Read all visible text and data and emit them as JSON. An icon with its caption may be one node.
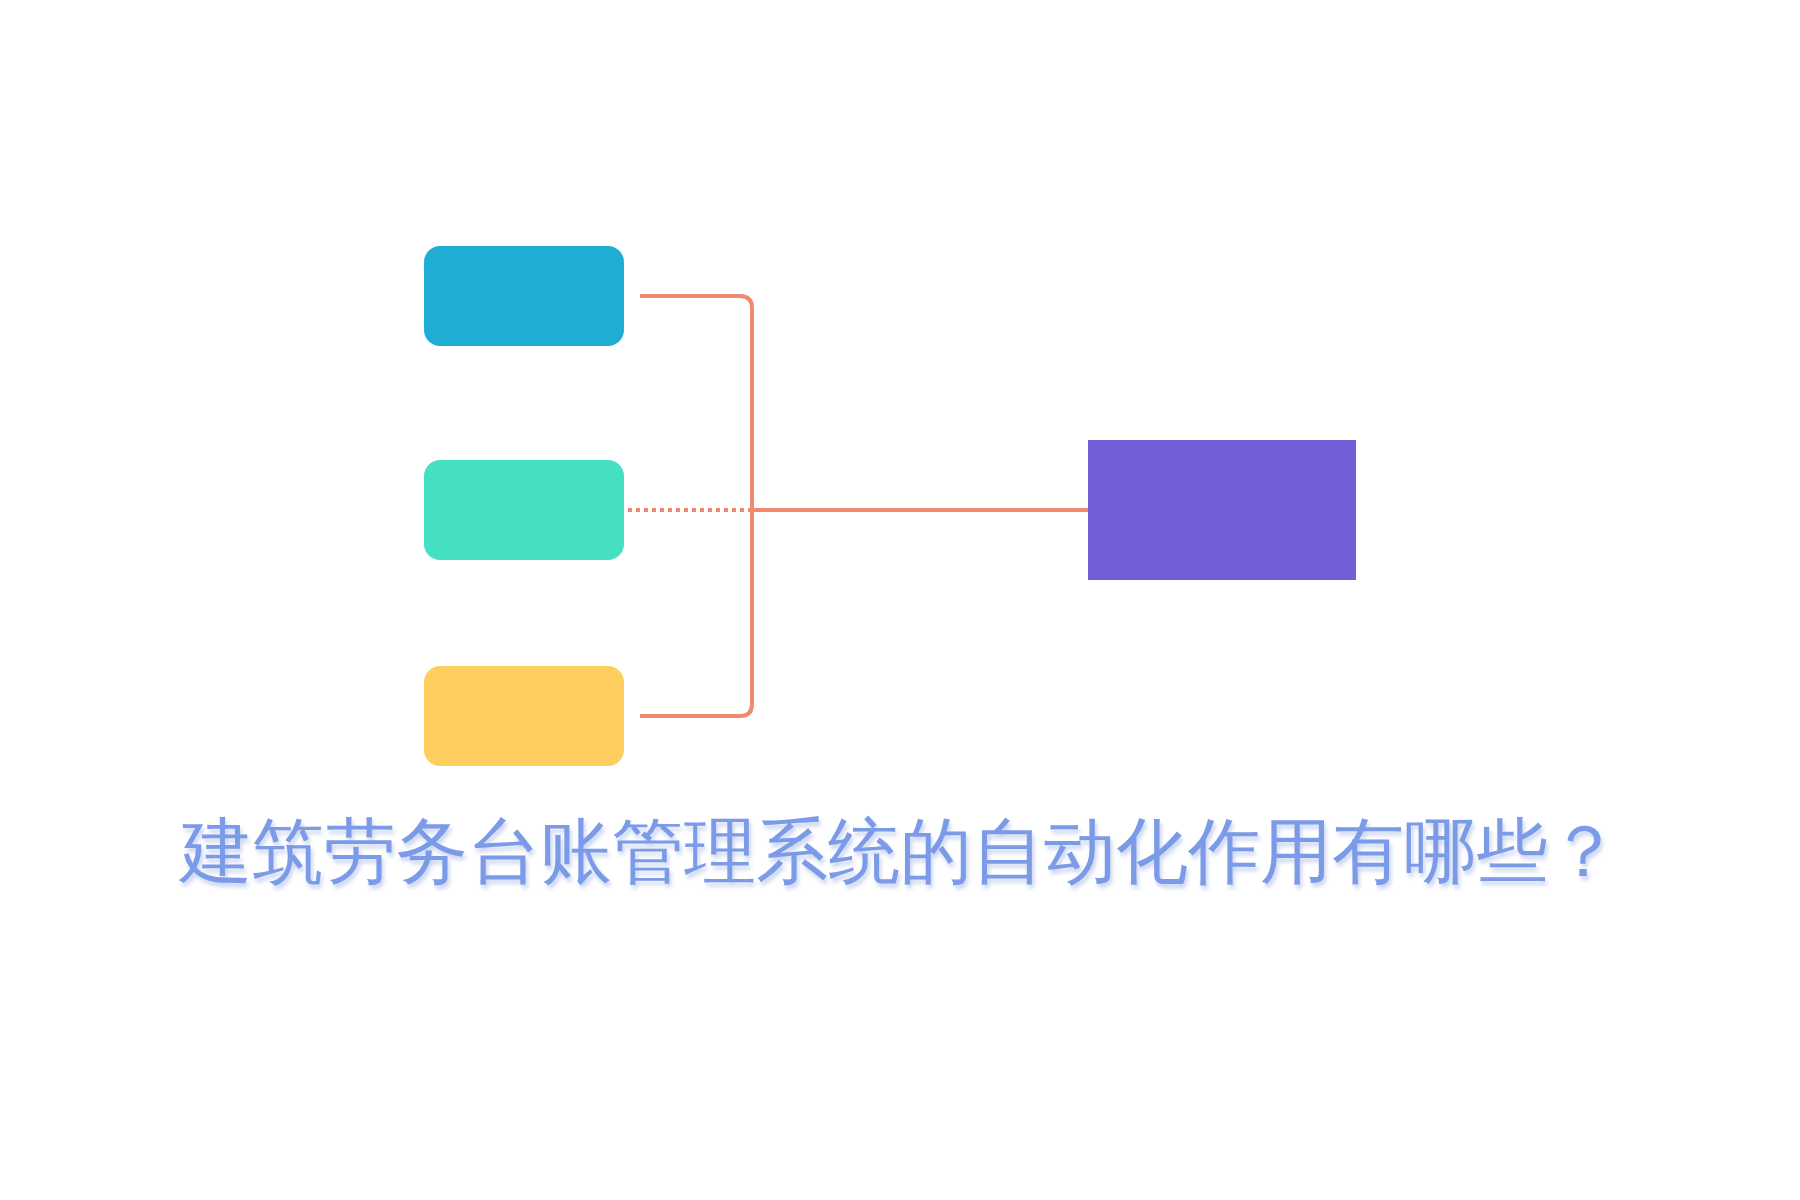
{
  "diagram": {
    "title": "建筑劳务台账管理系统的自动化作用有哪些？",
    "nodes": [
      {
        "text": [],
        "shape": "box"
      },
      {
        "text": [],
        "shape": "box"
      },
      {
        "text": [],
        "shape": "box"
      },
      {
        "text": [],
        "shape": "box"
      }
    ],
    "edges": [
      {
        "from": 0,
        "to": 3,
        "arrow": "none"
      },
      {
        "from": 1,
        "to": 3,
        "arrow": "none",
        "style": "dashed"
      },
      {
        "from": 2,
        "to": 3,
        "arrow": "none"
      }
    ]
  }
}
